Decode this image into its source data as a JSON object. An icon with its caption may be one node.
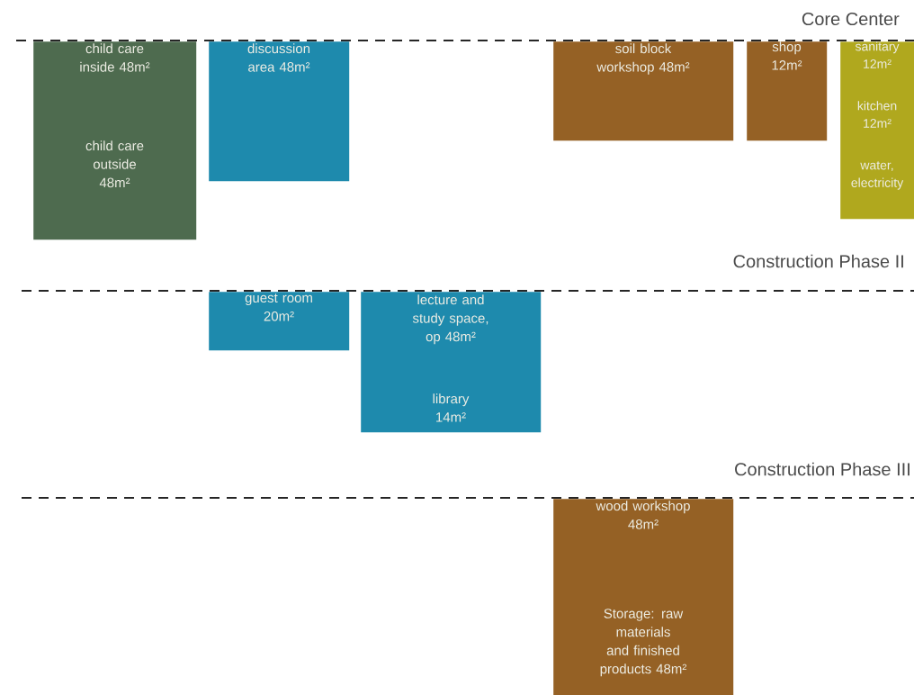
{
  "diagram": {
    "nodes": [
      {
        "text": [
          "child care inside 48m²",
          "child care outside 48m²"
        ]
      },
      {
        "text": [
          "discussion area 48m²"
        ]
      },
      {
        "text": [
          "soil block workshop 48m²"
        ]
      },
      {
        "text": [
          "shop 12m²"
        ]
      },
      {
        "text": [
          "sanitary 12m²",
          "kitchen 12m²",
          "water, electricity"
        ]
      },
      {
        "text": [
          "guest room 20m²"
        ]
      },
      {
        "text": [
          "lecture and study space, op 48m²",
          "library 14m²"
        ]
      },
      {
        "text": [
          "wood workshop 48m²",
          "Storage: raw materials and finished products 48m²"
        ]
      }
    ],
    "labels": [
      "Core Center",
      "Construction Phase II",
      "Construction Phase III"
    ]
  }
}
